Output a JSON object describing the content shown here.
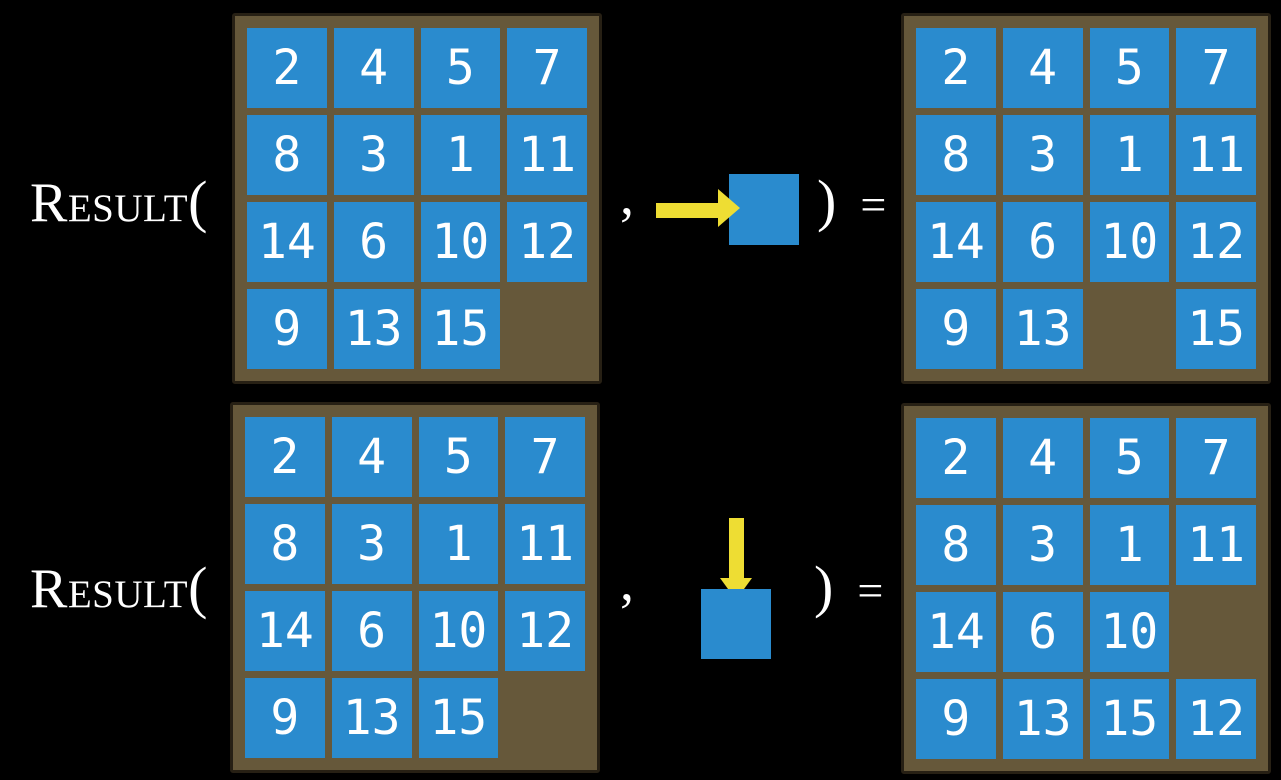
{
  "figure": {
    "description": "Two illustrations of the RESULT function applied to a 15-puzzle state",
    "background": "#000000",
    "colors": {
      "tile": "#2a8bce",
      "frame": "#66583a",
      "frame_border": "#272014",
      "arrow": "#eedd33",
      "text": "#ffffff"
    },
    "rows": [
      {
        "function_label": "Result",
        "open_paren": "(",
        "comma": ",",
        "close_paren": ")",
        "equals": "=",
        "action_icon": "move-tile-right",
        "state": [
          [
            2,
            4,
            5,
            7
          ],
          [
            8,
            3,
            1,
            11
          ],
          [
            14,
            6,
            10,
            12
          ],
          [
            9,
            13,
            15,
            null
          ]
        ],
        "result": [
          [
            2,
            4,
            5,
            7
          ],
          [
            8,
            3,
            1,
            11
          ],
          [
            14,
            6,
            10,
            12
          ],
          [
            9,
            13,
            null,
            15
          ]
        ]
      },
      {
        "function_label": "Result",
        "open_paren": "(",
        "comma": ",",
        "close_paren": ")",
        "equals": "=",
        "action_icon": "move-tile-down",
        "state": [
          [
            2,
            4,
            5,
            7
          ],
          [
            8,
            3,
            1,
            11
          ],
          [
            14,
            6,
            10,
            12
          ],
          [
            9,
            13,
            15,
            null
          ]
        ],
        "result": [
          [
            2,
            4,
            5,
            7
          ],
          [
            8,
            3,
            1,
            11
          ],
          [
            14,
            6,
            10,
            null
          ],
          [
            9,
            13,
            15,
            12
          ]
        ]
      }
    ]
  }
}
